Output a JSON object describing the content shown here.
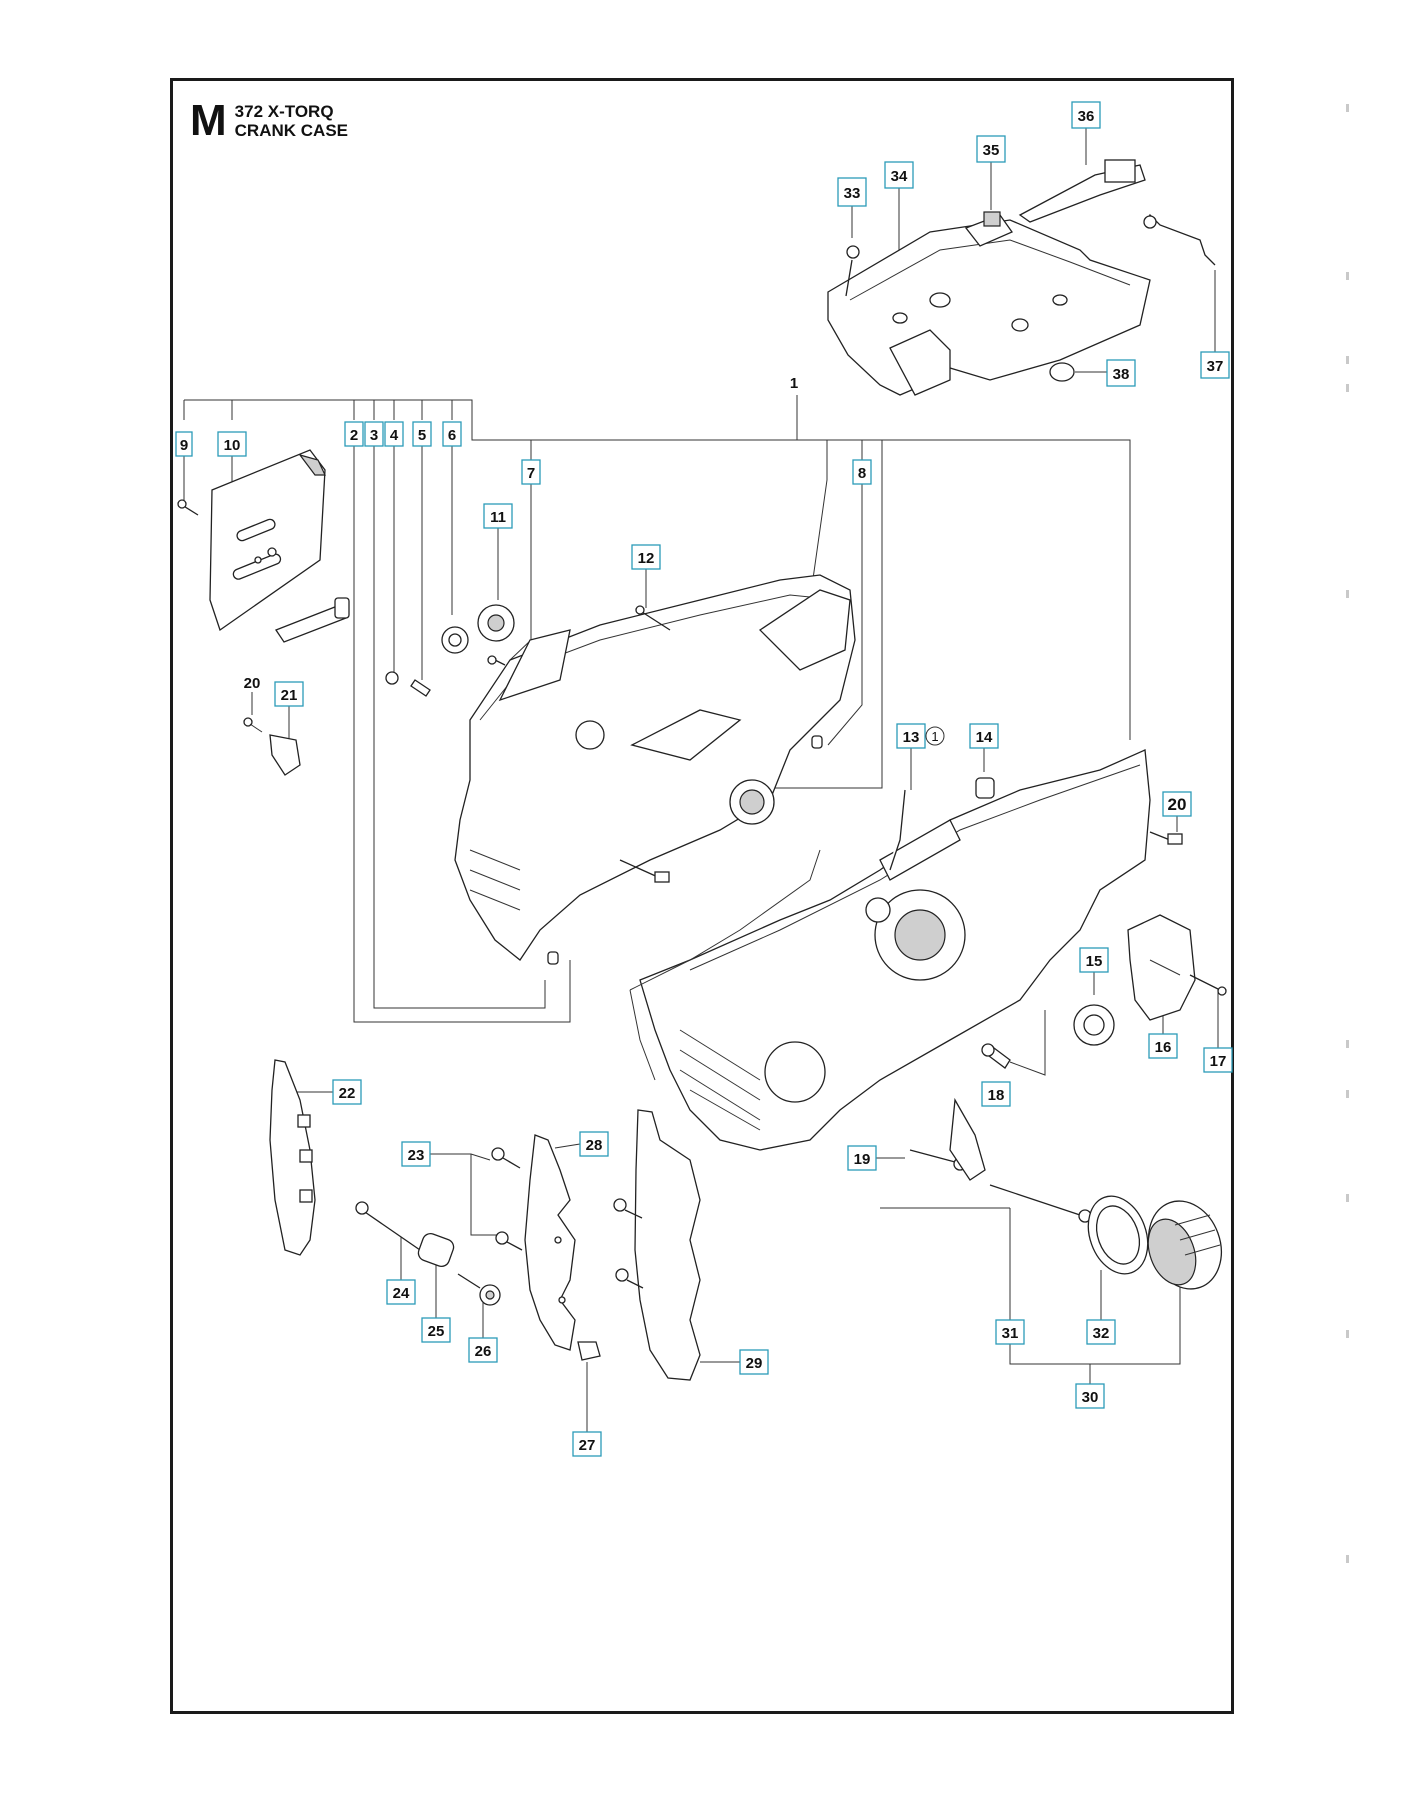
{
  "header": {
    "section_letter": "M",
    "model": "372 X-TORQ",
    "section_title": "CRANK CASE"
  },
  "callouts": [
    {
      "id": "c1",
      "text": "1",
      "boxed": false
    },
    {
      "id": "c2",
      "text": "2",
      "boxed": true
    },
    {
      "id": "c3",
      "text": "3",
      "boxed": true
    },
    {
      "id": "c4",
      "text": "4",
      "boxed": true
    },
    {
      "id": "c5",
      "text": "5",
      "boxed": true
    },
    {
      "id": "c6",
      "text": "6",
      "boxed": true
    },
    {
      "id": "c7",
      "text": "7",
      "boxed": true
    },
    {
      "id": "c8",
      "text": "8",
      "boxed": true
    },
    {
      "id": "c9",
      "text": "9",
      "boxed": true
    },
    {
      "id": "c10",
      "text": "10",
      "boxed": true
    },
    {
      "id": "c11",
      "text": "11",
      "boxed": true
    },
    {
      "id": "c12",
      "text": "12",
      "boxed": true
    },
    {
      "id": "c13",
      "text": "13",
      "boxed": true
    },
    {
      "id": "c13b",
      "text": "1",
      "boxed": false,
      "circled": true
    },
    {
      "id": "c14",
      "text": "14",
      "boxed": true
    },
    {
      "id": "c15",
      "text": "15",
      "boxed": true
    },
    {
      "id": "c16",
      "text": "16",
      "boxed": true
    },
    {
      "id": "c17",
      "text": "17",
      "boxed": true
    },
    {
      "id": "c18",
      "text": "18",
      "boxed": true
    },
    {
      "id": "c19",
      "text": "19",
      "boxed": true
    },
    {
      "id": "c20a",
      "text": "20",
      "boxed": false
    },
    {
      "id": "c20b",
      "text": "20",
      "boxed": true
    },
    {
      "id": "c21",
      "text": "21",
      "boxed": true
    },
    {
      "id": "c22",
      "text": "22",
      "boxed": true
    },
    {
      "id": "c23",
      "text": "23",
      "boxed": true
    },
    {
      "id": "c24",
      "text": "24",
      "boxed": true
    },
    {
      "id": "c25",
      "text": "25",
      "boxed": true
    },
    {
      "id": "c26",
      "text": "26",
      "boxed": true
    },
    {
      "id": "c27",
      "text": "27",
      "boxed": true
    },
    {
      "id": "c28",
      "text": "28",
      "boxed": true
    },
    {
      "id": "c29",
      "text": "29",
      "boxed": true
    },
    {
      "id": "c30",
      "text": "30",
      "boxed": true
    },
    {
      "id": "c31",
      "text": "31",
      "boxed": true
    },
    {
      "id": "c32",
      "text": "32",
      "boxed": true
    },
    {
      "id": "c33",
      "text": "33",
      "boxed": true
    },
    {
      "id": "c34",
      "text": "34",
      "boxed": true
    },
    {
      "id": "c35",
      "text": "35",
      "boxed": true
    },
    {
      "id": "c36",
      "text": "36",
      "boxed": true
    },
    {
      "id": "c37",
      "text": "37",
      "boxed": true
    },
    {
      "id": "c38",
      "text": "38",
      "boxed": true
    }
  ],
  "colors": {
    "frame": "#1a1a1a",
    "callout_border": "#2b9bb8",
    "line": "#333333"
  }
}
